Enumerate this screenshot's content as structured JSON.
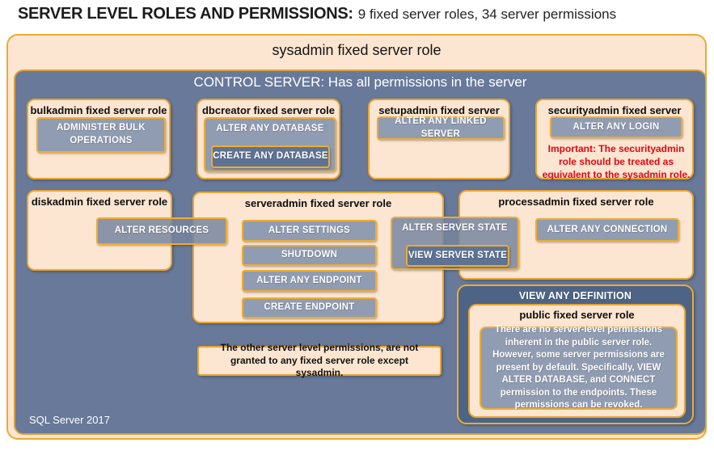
{
  "page_title": {
    "bold": "SERVER LEVEL ROLES AND PERMISSIONS:",
    "regular": "9 fixed server roles, 34 server permissions"
  },
  "sysadmin": {
    "title": "sysadmin fixed server role"
  },
  "control_server": {
    "header": "CONTROL SERVER: Has all permissions in the server",
    "footer": "SQL Server 2017"
  },
  "roles": {
    "bulkadmin": {
      "title": "bulkadmin fixed server role",
      "permissions": [
        "ADMINISTER BULK OPERATIONS"
      ]
    },
    "dbcreator": {
      "title": "dbcreator fixed server role",
      "outer_permission": "ALTER ANY DATABASE",
      "inner_permission": "CREATE ANY DATABASE"
    },
    "setupadmin": {
      "title": "setupadmin fixed server role",
      "permissions": [
        "ALTER ANY LINKED SERVER"
      ]
    },
    "securityadmin": {
      "title": "securityadmin fixed server role",
      "permissions": [
        "ALTER ANY LOGIN"
      ],
      "warning": "Important: The securityadmin role should be treated as equivalent to the sysadmin role."
    },
    "diskadmin": {
      "title": "diskadmin fixed server role",
      "permissions": [
        "ALTER RESOURCES"
      ]
    },
    "serveradmin": {
      "title": "serveradmin fixed server role",
      "permissions": [
        "ALTER SETTINGS",
        "SHUTDOWN",
        "ALTER ANY ENDPOINT",
        "CREATE ENDPOINT"
      ],
      "shared_outer_permission": "ALTER SERVER STATE",
      "shared_inner_permission": "VIEW SERVER STATE"
    },
    "processadmin": {
      "title": "processadmin fixed server role",
      "permissions": [
        "ALTER ANY CONNECTION"
      ]
    },
    "public": {
      "container_label": "VIEW ANY DEFINITION",
      "title": "public fixed server role",
      "description": "There are no server-level permissions inherent in the public server role. However, some server permissions are present by default. Specifically, VIEW ALTER DATABASE, and CONNECT permission to the endpoints. These permissions can be revoked."
    }
  },
  "note": "The other server level permissions, are not granted to any fixed server role except sysadmin.",
  "colors": {
    "peach": "#fce5d1",
    "amber_border": "#e9a52f",
    "slate_blue": "#68799a",
    "dark_slate": "#4e6487",
    "button_gray": "#909cb2",
    "button_dark": "#5e7394",
    "warning_red": "#e30613"
  }
}
